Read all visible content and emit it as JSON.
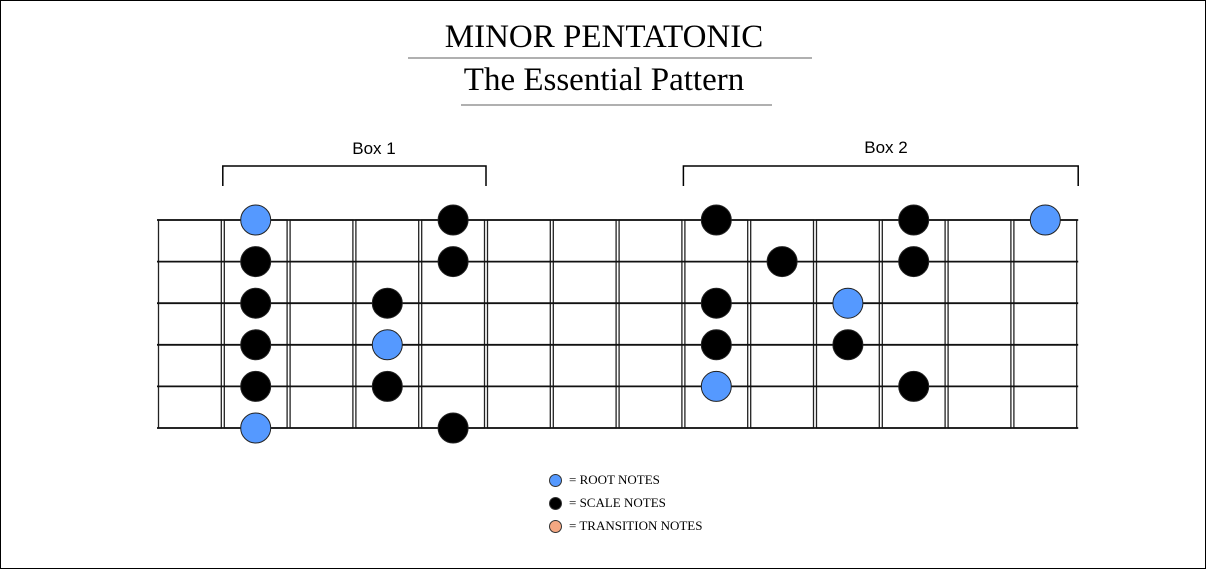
{
  "title": "MINOR PENTATONIC",
  "subtitle": "The Essential Pattern",
  "boxes": [
    {
      "label": "Box 1",
      "from_fret": 1,
      "to_fret": 5
    },
    {
      "label": "Box 2",
      "from_fret": 8,
      "to_fret": 14
    }
  ],
  "fretboard": {
    "frets": 14,
    "strings": 6
  },
  "colors": {
    "root": "#5599ff",
    "scale": "#000000",
    "transition": "#f4a882"
  },
  "notes": [
    {
      "fret": 1,
      "string": 0,
      "type": "root"
    },
    {
      "fret": 1,
      "string": 1,
      "type": "scale"
    },
    {
      "fret": 1,
      "string": 2,
      "type": "scale"
    },
    {
      "fret": 1,
      "string": 3,
      "type": "scale"
    },
    {
      "fret": 1,
      "string": 4,
      "type": "scale"
    },
    {
      "fret": 1,
      "string": 5,
      "type": "root"
    },
    {
      "fret": 3,
      "string": 2,
      "type": "scale"
    },
    {
      "fret": 3,
      "string": 3,
      "type": "root"
    },
    {
      "fret": 3,
      "string": 4,
      "type": "scale"
    },
    {
      "fret": 4,
      "string": 0,
      "type": "scale"
    },
    {
      "fret": 4,
      "string": 1,
      "type": "scale"
    },
    {
      "fret": 4,
      "string": 5,
      "type": "scale"
    },
    {
      "fret": 8,
      "string": 0,
      "type": "scale"
    },
    {
      "fret": 8,
      "string": 2,
      "type": "scale"
    },
    {
      "fret": 8,
      "string": 3,
      "type": "scale"
    },
    {
      "fret": 8,
      "string": 4,
      "type": "root"
    },
    {
      "fret": 9,
      "string": 1,
      "type": "scale"
    },
    {
      "fret": 10,
      "string": 2,
      "type": "root"
    },
    {
      "fret": 10,
      "string": 3,
      "type": "scale"
    },
    {
      "fret": 11,
      "string": 0,
      "type": "scale"
    },
    {
      "fret": 11,
      "string": 1,
      "type": "scale"
    },
    {
      "fret": 11,
      "string": 4,
      "type": "scale"
    },
    {
      "fret": 13,
      "string": 0,
      "type": "root"
    }
  ],
  "legend": [
    {
      "type": "root",
      "label": "= ROOT NOTES"
    },
    {
      "type": "scale",
      "label": "= SCALE NOTES"
    },
    {
      "type": "transition",
      "label": "= TRANSITION NOTES"
    }
  ]
}
